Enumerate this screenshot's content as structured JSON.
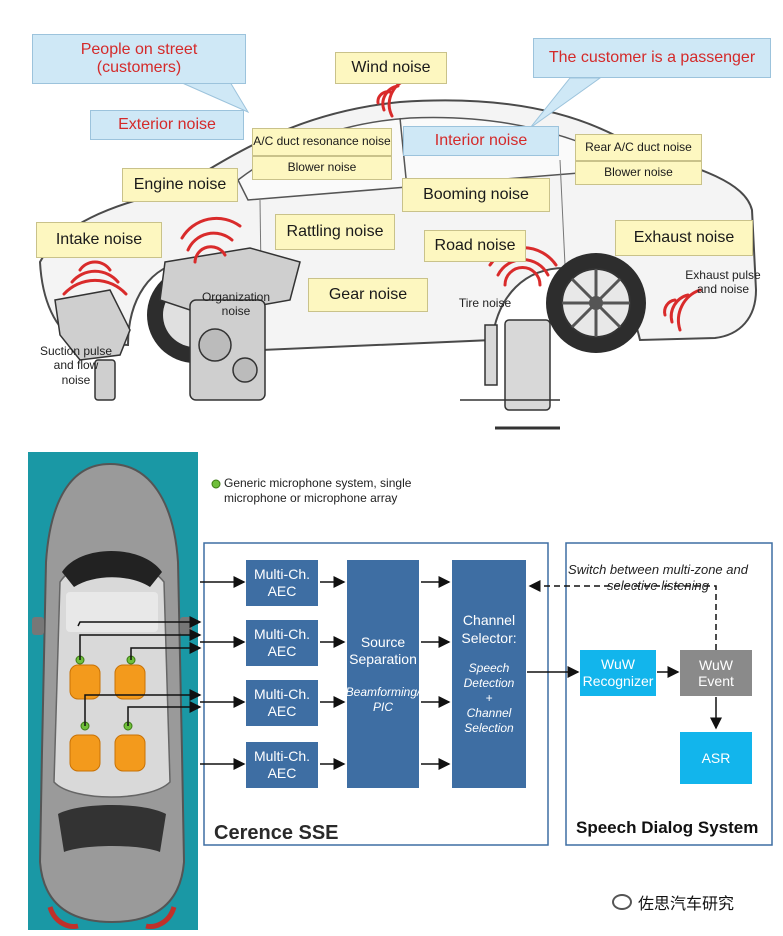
{
  "top_diagram": {
    "callouts": {
      "people_on_street": "People on street\n(customers)",
      "exterior_noise": "Exterior noise",
      "wind_noise": "Wind noise",
      "customer_passenger": "The customer is a passenger",
      "interior_noise": "Interior noise"
    },
    "noise_labels": {
      "ac_duct_resonance": "A/C duct resonance noise",
      "blower_front": "Blower noise",
      "engine": "Engine noise",
      "rear_ac_duct": "Rear A/C duct noise",
      "blower_rear": "Blower noise",
      "booming": "Booming noise",
      "intake": "Intake noise",
      "rattling": "Rattling noise",
      "road": "Road noise",
      "exhaust": "Exhaust noise",
      "gear": "Gear noise"
    },
    "annotations": {
      "organization": "Organization\nnoise",
      "tire": "Tire noise",
      "exhaust_pulse": "Exhaust pulse\nand noise",
      "suction_pulse": "Suction pulse\nand flow\nnoise"
    },
    "colors": {
      "wave": "#d92b2b",
      "yellow": "#fdf7c0",
      "blue": "#cfe8f6"
    }
  },
  "bottom_diagram": {
    "legend": "Generic microphone system, single\nmicrophone or microphone array",
    "aec_blocks": [
      "Multi-Ch.\nAEC",
      "Multi-Ch.\nAEC",
      "Multi-Ch.\nAEC",
      "Multi-Ch.\nAEC"
    ],
    "source_separation": {
      "title": "Source\nSeparation",
      "sub": "Beamforming/\nPIC"
    },
    "channel_selector": {
      "title": "Channel\nSelector:",
      "sub": "Speech\nDetection\n+\nChannel\nSelection"
    },
    "wuw_recognizer": "WuW\nRecognizer",
    "wuw_event": "WuW Event",
    "asr": "ASR",
    "switch_note": "Switch between multi-zone and\nselective listening",
    "cerence_label": "Cerence SSE",
    "sds_label": "Speech Dialog System",
    "watermark": "佐思汽车研究",
    "colors": {
      "block": "#3e6ea3",
      "cyan": "#12b5ec",
      "grey": "#8a8a8a",
      "teal": "#1a98a5",
      "seat": "#f39a1c",
      "mic": "#6fbf3a"
    }
  }
}
